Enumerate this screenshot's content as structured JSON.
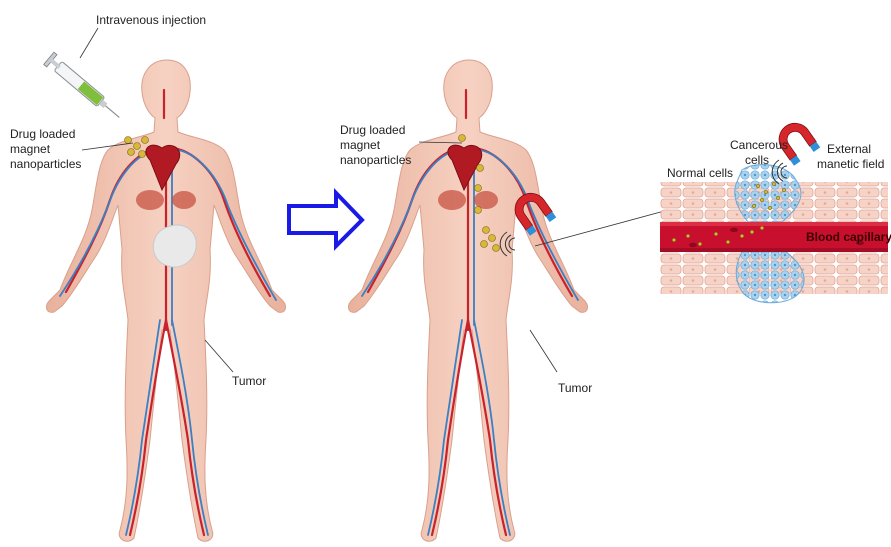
{
  "labels": {
    "intravenous_injection": "Intravenous injection",
    "drug_left_1": "Drug loaded",
    "drug_left_2": "magnet",
    "drug_left_3": "nanoparticles",
    "drug_right_1": "Drug loaded",
    "drug_right_2": "magnet",
    "drug_right_3": "nanoparticles",
    "tumor_left": "Tumor",
    "tumor_right": "Tumor",
    "normal_cells": "Normal cells",
    "cancerous_1": "Cancerous",
    "cancerous_2": "cells",
    "external_1": "External",
    "external_2": "manetic field",
    "blood_capillary": "Blood capillary"
  },
  "colors": {
    "skin": "#f3c6b4",
    "skin_edge": "#d9a08c",
    "artery": "#c8232c",
    "vein": "#3b7fc4",
    "arrow": "#1a1ae6",
    "tissue": "#f4c9bc",
    "capillary": "#c8102e",
    "cancer": "#9cc9ea",
    "nanoparticle": "#d9b838"
  },
  "icons": {
    "syringe": "syringe-icon",
    "magnet": "magnet-icon",
    "arrow": "right-arrow-icon"
  }
}
